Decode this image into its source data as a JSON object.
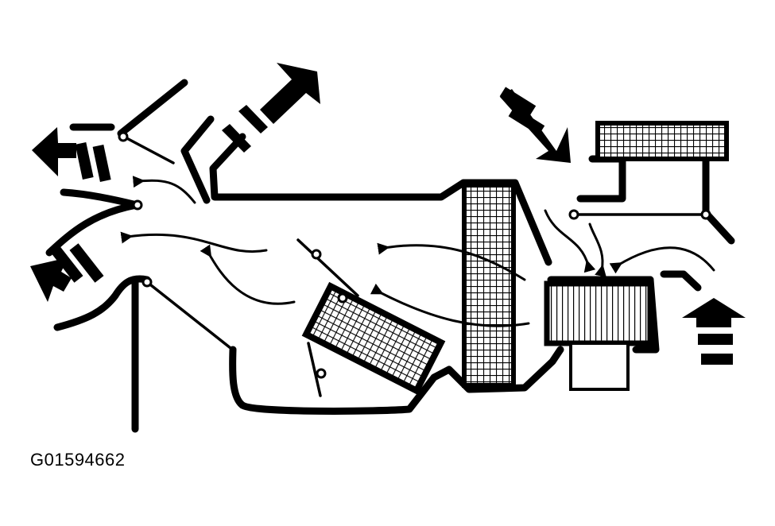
{
  "figure_id": "G01594662",
  "colors": {
    "ink": "#000000",
    "paper": "#ffffff"
  },
  "icons": [
    "large-airflow-arrow-icon",
    "small-airflow-arrow-icon",
    "heater-core-grid",
    "evaporator-core-grid",
    "blower-wheel-icon",
    "damper-door"
  ]
}
